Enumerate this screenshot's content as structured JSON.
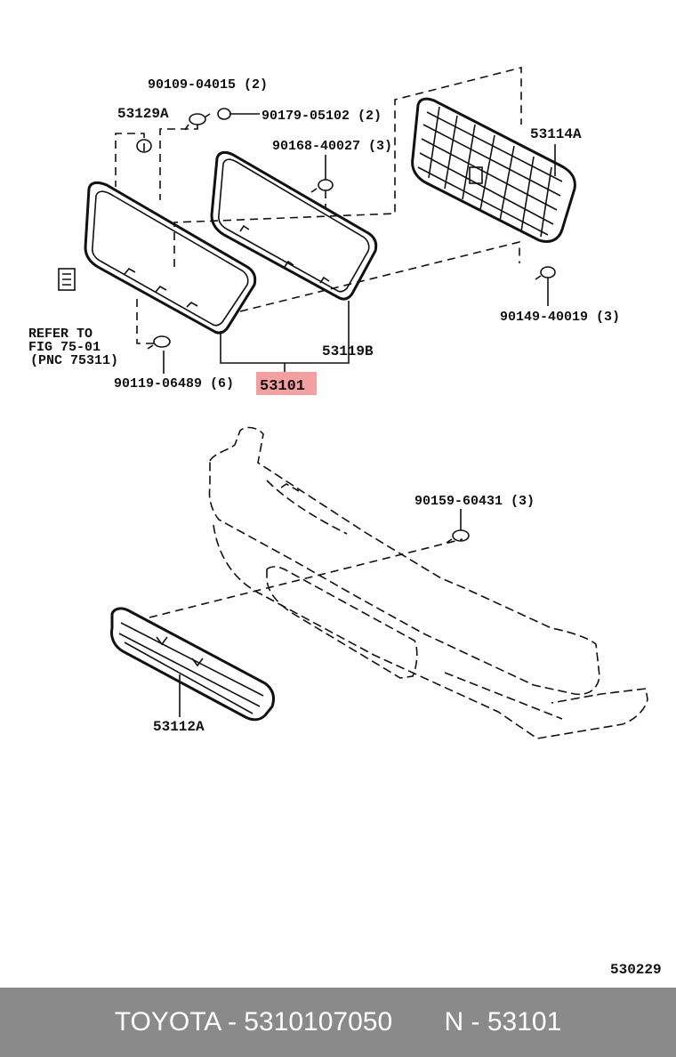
{
  "diagram": {
    "labels": {
      "p1": "90109-04015 (2)",
      "p2": "53129A",
      "p3": "90179-05102 (2)",
      "p4": "90168-40027 (3)",
      "p5": "53114A",
      "p6": "90149-40019 (3)",
      "p7": "53119B",
      "p8": "53101",
      "p9": "90119-06489 (6)",
      "p10": "90159-60431 (3)",
      "p11": "53112A",
      "ref1": "REFER TO",
      "ref2": "FIG 75-01",
      "ref3": "(PNC 75311)",
      "figno": "530229"
    },
    "highlight_color": "#f4a0a0"
  },
  "footer": {
    "text": "TOYOTA - 5310107050       N - 53101"
  }
}
